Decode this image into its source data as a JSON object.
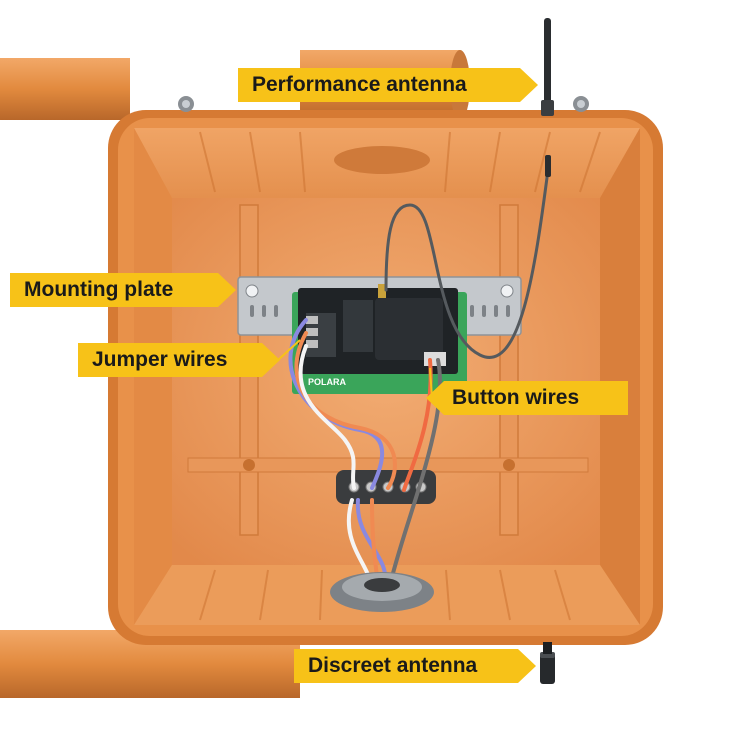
{
  "labels": {
    "performance_antenna": "Performance antenna",
    "mounting_plate": "Mounting plate",
    "jumper_wires": "Jumper wires",
    "button_wires": "Button wires",
    "discreet_antenna": "Discreet antenna",
    "board_brand": "POLARA"
  },
  "colors": {
    "box_orange": "#e58a3a",
    "label_yellow": "#f7c218",
    "board_green": "#3aa55a"
  }
}
